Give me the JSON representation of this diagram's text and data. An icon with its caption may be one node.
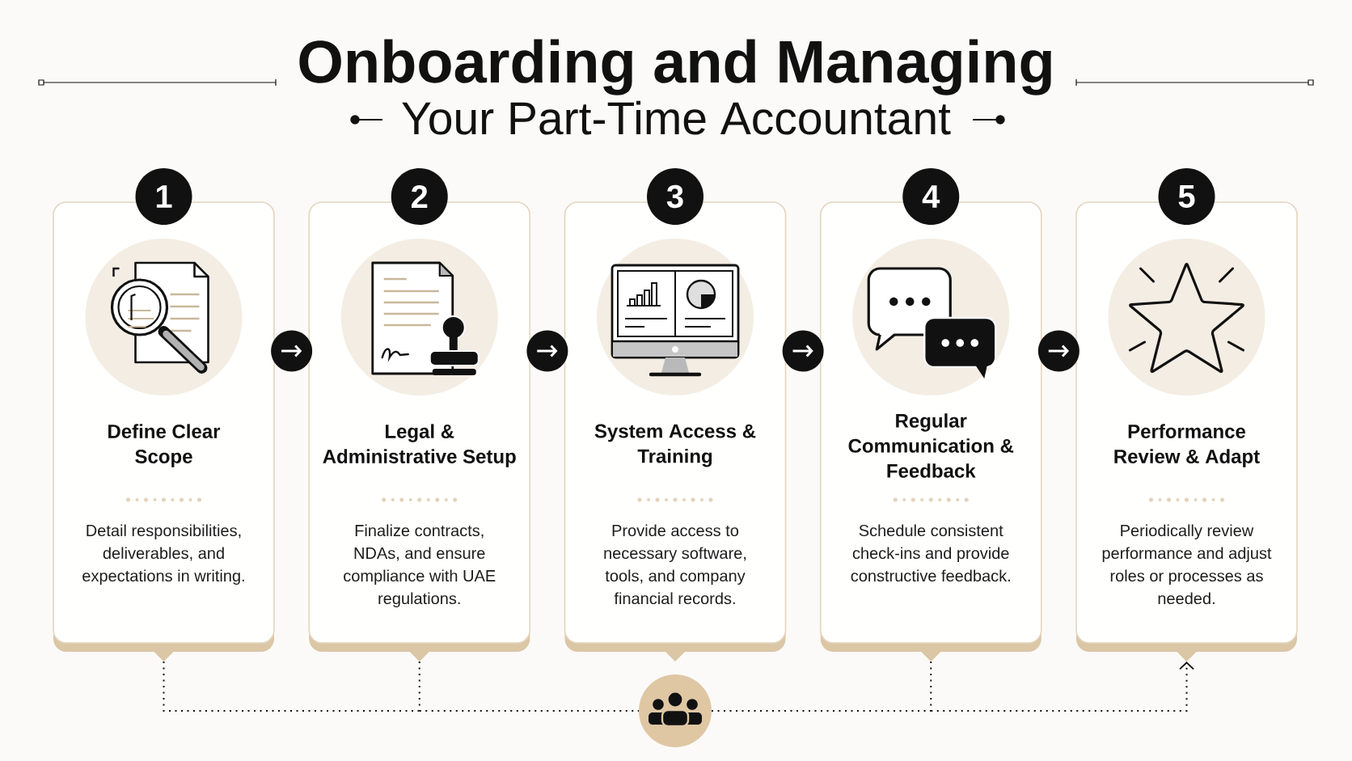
{
  "diagram": {
    "title": "Onboarding and Managing",
    "nodes": [
      {
        "text": [
          "1"
        ]
      },
      {
        "text": [
          "Define Clear Scope",
          "Detail responsibilities, deliverables, and expectations in writing."
        ]
      },
      {
        "text": [
          "2"
        ]
      },
      {
        "text": [
          "Legal & Administrative Setup",
          "Finalize contracts, NDAs, and ensure compliance with UAE regulations."
        ]
      },
      {
        "text": [
          "3"
        ]
      },
      {
        "text": [
          "System Access & Training",
          "Provide access to necessary software, tools, and company financial records."
        ]
      },
      {
        "text": [
          "4"
        ]
      },
      {
        "text": [
          "Regular Communication & Feedback",
          "Schedule consistent check-ins and provide constructive feedback."
        ]
      },
      {
        "text": [
          "5"
        ]
      },
      {
        "text": [
          "Performance Review & Adapt",
          "Periodically review performance and adjust roles or processes as needed."
        ]
      },
      {
        "text": [],
        "shape": "circle"
      }
    ],
    "edges": [
      {
        "from": 1,
        "to": 3,
        "arrow": "to"
      },
      {
        "from": 3,
        "to": 5,
        "arrow": "to"
      },
      {
        "from": 5,
        "to": 7,
        "arrow": "to"
      },
      {
        "from": 7,
        "to": 9,
        "arrow": "to"
      },
      {
        "from": 1,
        "to": 10,
        "arrow": "none",
        "style": "dashed",
        "color": "#111111"
      },
      {
        "from": 3,
        "to": 10,
        "arrow": "none",
        "style": "dashed",
        "color": "#111111"
      },
      {
        "from": 10,
        "to": 9,
        "arrow": "to",
        "style": "dashed",
        "color": "#111111"
      },
      {
        "from": 7,
        "to": 9,
        "arrow": "to",
        "style": "dashed",
        "color": "#111111"
      }
    ],
    "labels": [
      "Your Part-Time Accountant"
    ]
  }
}
